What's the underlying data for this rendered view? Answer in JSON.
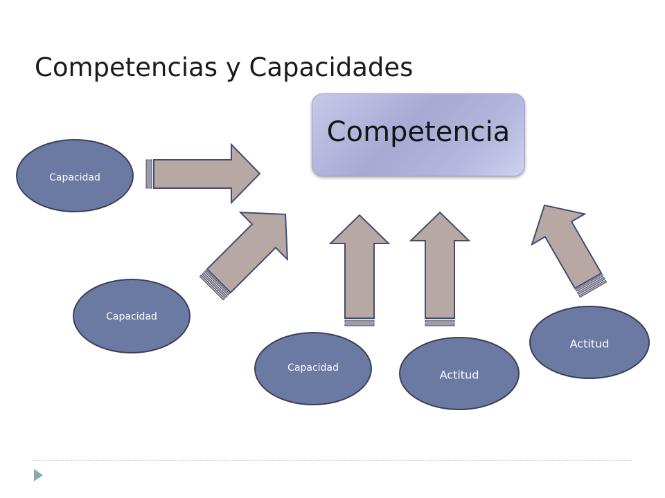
{
  "slide": {
    "title": "Competencias y Capacidades",
    "center_box": "Competencia"
  },
  "nodes": [
    {
      "label": "Capacidad"
    },
    {
      "label": "Capacidad"
    },
    {
      "label": "Capacidad"
    },
    {
      "label": "Actitud"
    },
    {
      "label": "Actitud"
    }
  ],
  "colors": {
    "ellipse_fill": "#6b7aa3",
    "ellipse_stroke": "#3c3f57",
    "arrow_fill": "#b7a8a4",
    "arrow_stroke": "#404c74",
    "box_gradient": "#a6aad4",
    "footer": "#a8c2cc"
  }
}
